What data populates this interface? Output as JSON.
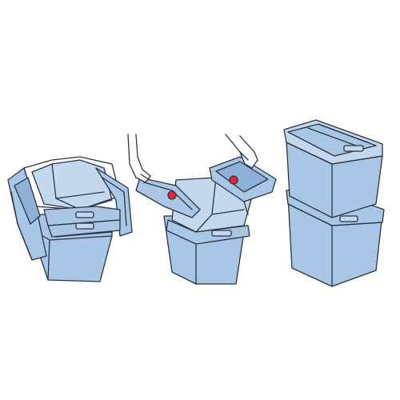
{
  "illustration": {
    "steps": [
      {
        "id": "open-crate",
        "description_hidden": ""
      },
      {
        "id": "closing-lids",
        "description_hidden": ""
      },
      {
        "id": "stacked-crates",
        "description_hidden": ""
      }
    ]
  },
  "colors": {
    "crate_fill": "#a9c6e6",
    "crate_fill_light": "#c3d8ef",
    "crate_fill_dark": "#8fb1d8",
    "outline": "#2a3440",
    "latch_red": "#e8262b",
    "background": "#ffffff"
  }
}
